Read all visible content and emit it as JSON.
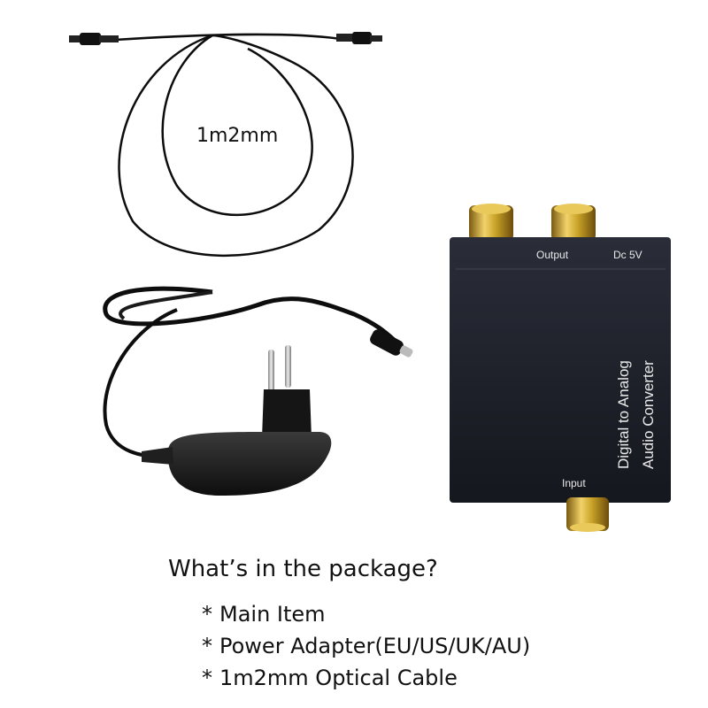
{
  "cable_length_label": "1m2mm",
  "device": {
    "output_label": "Output",
    "power_label": "Dc 5V",
    "input_label": "Input",
    "name_line1": "Digital to Analog",
    "name_line2": "Audio Converter"
  },
  "package": {
    "title": "What’s in the package?",
    "items": [
      "Main Item",
      "Power Adapter(EU/US/UK/AU)",
      "1m2mm Optical Cable"
    ],
    "bullet": "*"
  },
  "colors": {
    "device_body": "#1b1d26",
    "gold_connector": "#c9a227",
    "cable": "#0d0d0d",
    "adapter": "#1a1a1a"
  }
}
